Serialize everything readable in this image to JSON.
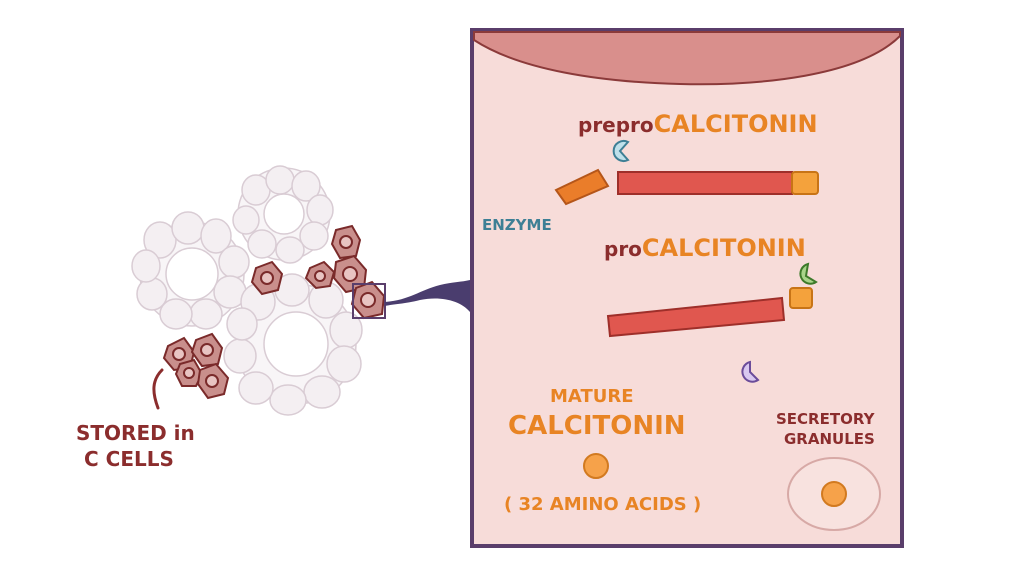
{
  "stored_label": {
    "line1": "STORED in",
    "line2": "C CELLS"
  },
  "prepro": {
    "prefix": "prepro",
    "main": "CALCITONIN"
  },
  "enzyme_label": "ENZYME",
  "pro": {
    "prefix": "pro",
    "main": "CALCITONIN"
  },
  "mature": {
    "line1": "MATURE",
    "line2": "CALCITONIN",
    "note": "( 32 AMINO ACIDS )"
  },
  "granules": {
    "line1": "SECRETORY",
    "line2": "GRANULES"
  },
  "colors": {
    "panel_fill": "#f7dcd9",
    "panel_border": "#5a3e6b",
    "cytoplasm_top": "#d98f8c",
    "peptide_red": "#e0574f",
    "peptide_orange": "#f4a23c",
    "label_orange": "#e88424",
    "label_maroon": "#8b2d2d",
    "enzyme_teal": "#3e7f95",
    "c_cell_fill": "#c98f8c",
    "follicle_fill": "#f3eef1",
    "follicle_stroke": "#ddd0d8"
  },
  "icons": {
    "enzyme_teal": "pacman-enzyme-icon",
    "enzyme_green": "pacman-enzyme-icon",
    "enzyme_purple": "pacman-enzyme-icon"
  }
}
